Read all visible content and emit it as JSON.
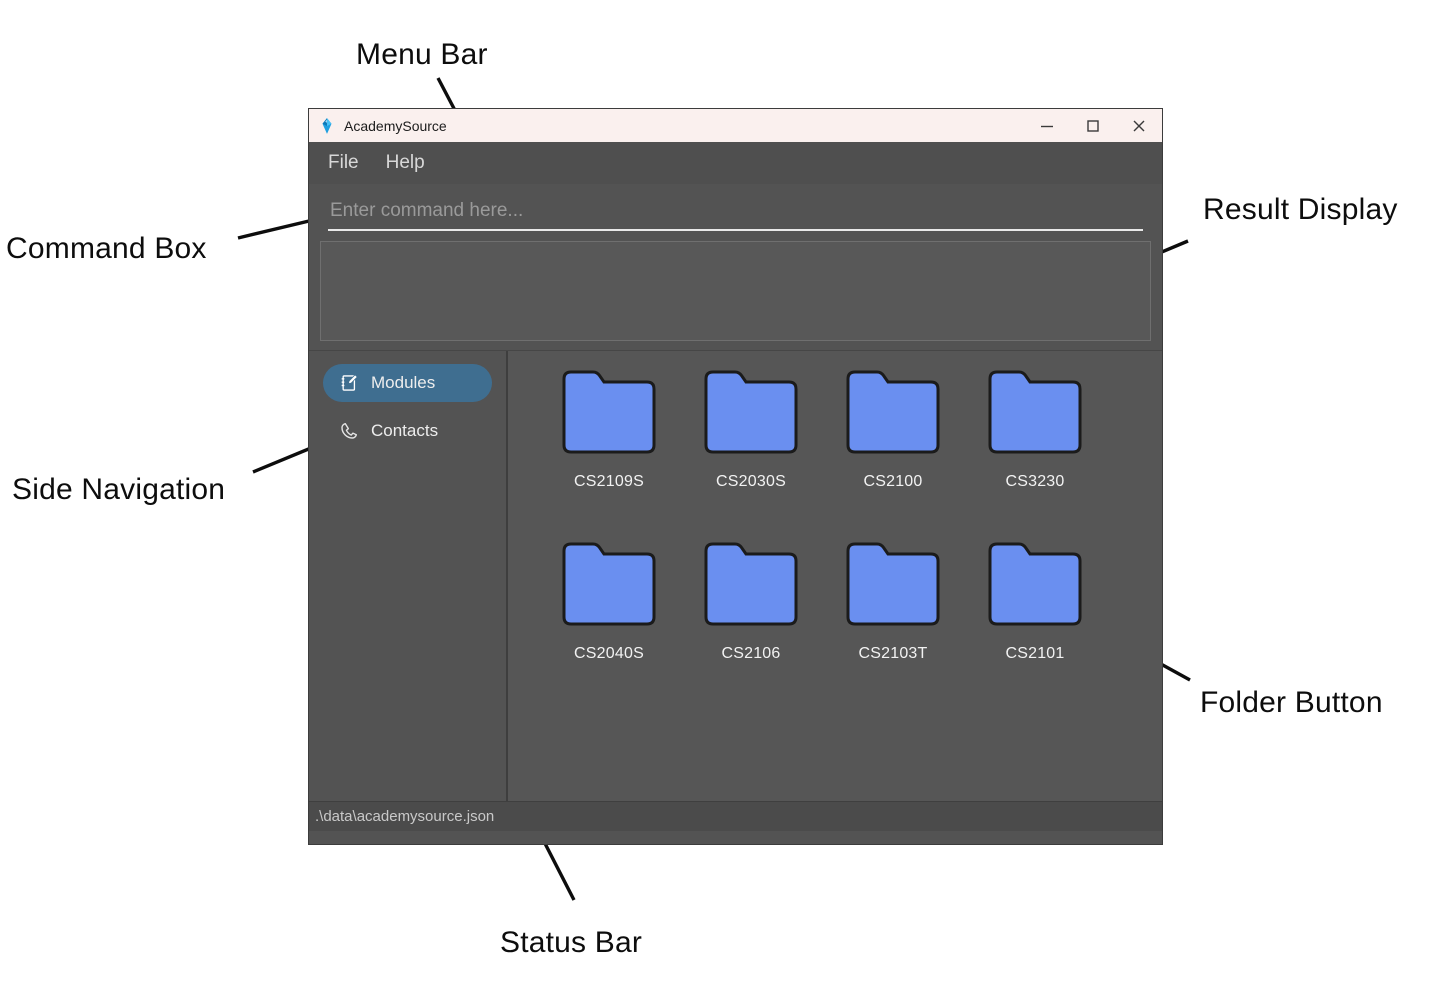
{
  "window": {
    "title": "AcademySource",
    "app_icon": "diamond-gem-icon",
    "controls": {
      "minimize": "minimize-icon",
      "maximize": "maximize-icon",
      "close": "close-icon"
    }
  },
  "menu": {
    "items": [
      {
        "label": "File"
      },
      {
        "label": "Help"
      }
    ]
  },
  "command_box": {
    "placeholder": "Enter command here...",
    "value": ""
  },
  "result_display": {
    "text": ""
  },
  "side_nav": {
    "items": [
      {
        "label": "Modules",
        "icon": "notebook-edit-icon",
        "selected": true
      },
      {
        "label": "Contacts",
        "icon": "phone-icon",
        "selected": false
      }
    ]
  },
  "folders": [
    {
      "label": "CS2109S"
    },
    {
      "label": "CS2030S"
    },
    {
      "label": "CS2100"
    },
    {
      "label": "CS3230"
    },
    {
      "label": "CS2040S"
    },
    {
      "label": "CS2106"
    },
    {
      "label": "CS2103T"
    },
    {
      "label": "CS2101"
    }
  ],
  "status_bar": {
    "text": ".\\data\\academysource.json"
  },
  "annotations": [
    {
      "label": "Menu Bar"
    },
    {
      "label": "Command Box"
    },
    {
      "label": "Result Display"
    },
    {
      "label": "Side Navigation"
    },
    {
      "label": "Folder Button"
    },
    {
      "label": "Status Bar"
    }
  ],
  "colors": {
    "folder_fill": "#6a8ff0",
    "folder_stroke": "#1b1b1b",
    "nav_selected": "#3f6e90",
    "title_bar": "#faf0ee",
    "window_body": "#535353"
  }
}
